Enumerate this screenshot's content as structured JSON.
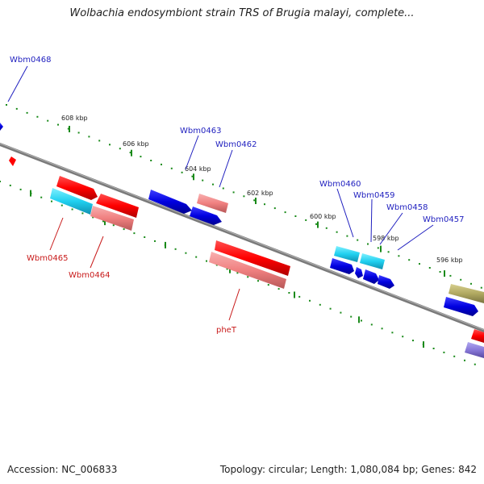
{
  "title": "Wolbachia endosymbiont strain TRS of Brugia malayi, complete...",
  "footer": {
    "accession": "Accession: NC_006833",
    "topology": "Topology: circular; Length: 1,080,084 bp; Genes: 842"
  },
  "scale_labels": [
    "608 kbp",
    "606 kbp",
    "604 kbp",
    "602 kbp",
    "600 kbp",
    "598 kbp",
    "596 kbp"
  ],
  "gene_labels": {
    "Wbm0468": "Wbm0468",
    "Wbm0463": "Wbm0463",
    "Wbm0462": "Wbm0462",
    "Wbm0460": "Wbm0460",
    "Wbm0459": "Wbm0459",
    "Wbm0458": "Wbm0458",
    "Wbm0457": "Wbm0457",
    "Wbm0465": "Wbm0465",
    "Wbm0464": "Wbm0464",
    "pheT": "pheT"
  },
  "colors": {
    "backbone": "#808080",
    "tick": "#1a8a1a",
    "red": "#ff0000",
    "pink": "#f08080",
    "blue": "#0000e0",
    "cyan": "#20d0f0",
    "olive": "#b0a860",
    "lavender": "#8878d8"
  }
}
